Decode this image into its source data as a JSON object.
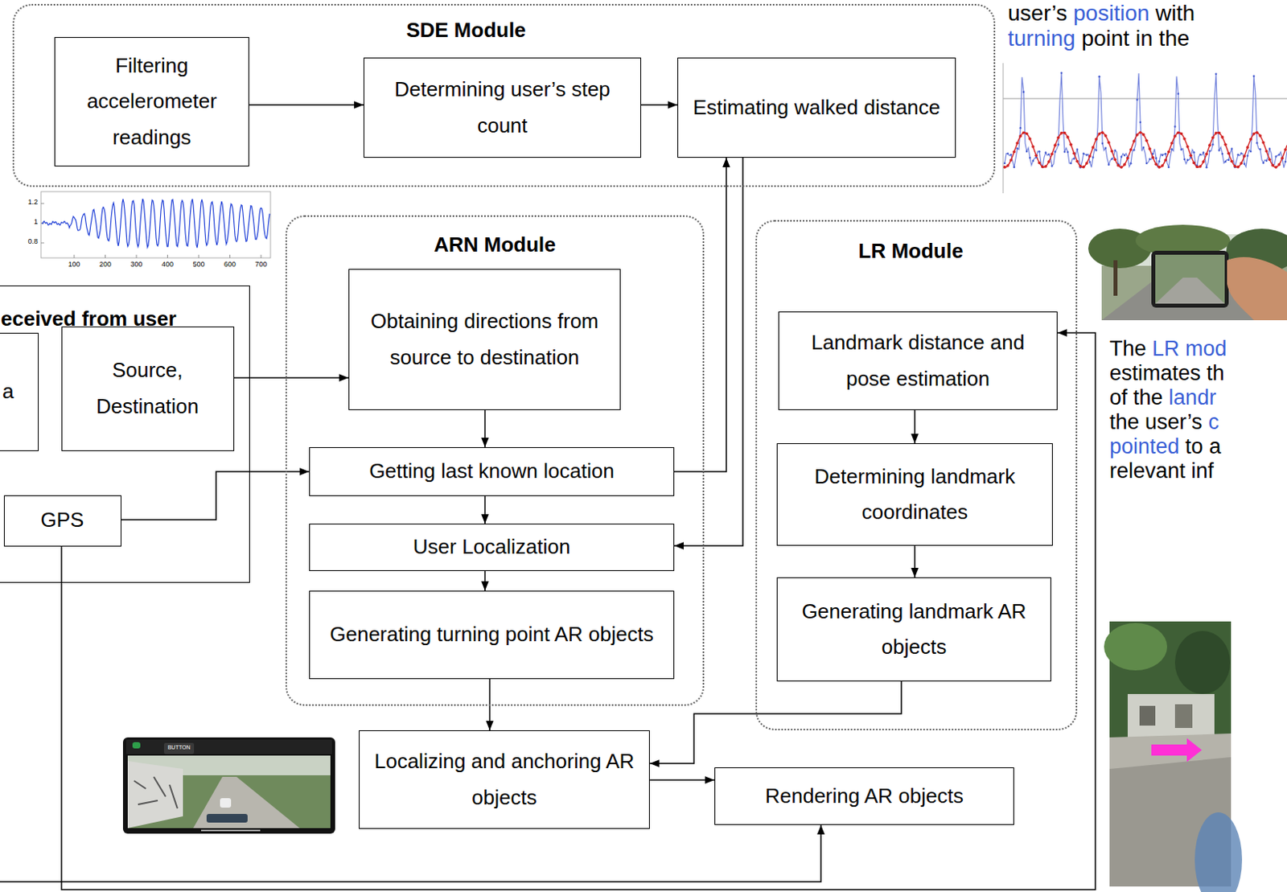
{
  "diagram": {
    "nodes": [
      {
        "text": [
          "SDE Module"
        ]
      },
      {
        "text": [
          "Filtering accelerometer readings"
        ],
        "in": 0
      },
      {
        "text": [
          "Determining user’s step count"
        ],
        "in": 0
      },
      {
        "text": [
          "Estimating walked distance"
        ],
        "in": 0
      },
      {
        "text": [
          "ARN Module"
        ]
      },
      {
        "text": [
          "Obtaining directions from source to destination"
        ],
        "in": 4
      },
      {
        "text": [
          "Getting last known location"
        ],
        "in": 4
      },
      {
        "text": [
          "User Localization"
        ],
        "in": 4
      },
      {
        "text": [
          "Generating turning point AR objects"
        ],
        "in": 4
      },
      {
        "text": [
          "LR Module"
        ]
      },
      {
        "text": [
          "Landmark distance and pose estimation"
        ],
        "in": 9
      },
      {
        "text": [
          "Determining landmark coordinates"
        ],
        "in": 9
      },
      {
        "text": [
          "Generating landmark AR objects"
        ],
        "in": 9
      },
      {
        "text": [
          "eceived from user"
        ]
      },
      {
        "text": [
          "a"
        ],
        "in": 13
      },
      {
        "text": [
          "Source, Destination"
        ],
        "in": 13
      },
      {
        "text": [
          "GPS"
        ],
        "in": 13
      },
      {
        "text": [
          "Localizing and anchoring AR objects"
        ]
      },
      {
        "text": [
          "Rendering AR objects"
        ]
      }
    ],
    "edges": [
      {
        "from": 1,
        "to": 2,
        "arrow": "to"
      },
      {
        "from": 2,
        "to": 3,
        "arrow": "to"
      },
      {
        "from": 15,
        "to": 5,
        "arrow": "to"
      },
      {
        "from": 5,
        "to": 6,
        "arrow": "to"
      },
      {
        "from": 16,
        "to": 6,
        "arrow": "to"
      },
      {
        "from": 6,
        "to": 3,
        "arrow": "to"
      },
      {
        "from": 3,
        "to": 7,
        "arrow": "to"
      },
      {
        "from": 6,
        "to": 7,
        "arrow": "to"
      },
      {
        "from": 7,
        "to": 8,
        "arrow": "to"
      },
      {
        "from": 8,
        "to": 17,
        "arrow": "to"
      },
      {
        "from": 12,
        "to": 17,
        "arrow": "to"
      },
      {
        "from": 17,
        "to": 18,
        "arrow": "to"
      },
      {
        "from": 16,
        "to": 10,
        "arrow": "to"
      },
      {
        "from": 14,
        "to": 18,
        "arrow": "to"
      },
      {
        "from": 10,
        "to": 11,
        "arrow": "to"
      },
      {
        "from": 11,
        "to": 12,
        "arrow": "to"
      }
    ],
    "labels": [
      "1.2",
      "1",
      "0.8",
      "100",
      "200",
      "300",
      "400",
      "500",
      "600",
      "700",
      "user’s position with",
      "turning point in the",
      "The LR mod",
      "estimates th",
      "of the landr",
      "the user’s c",
      "pointed to a",
      "relevant inf",
      "BUTTON"
    ]
  }
}
